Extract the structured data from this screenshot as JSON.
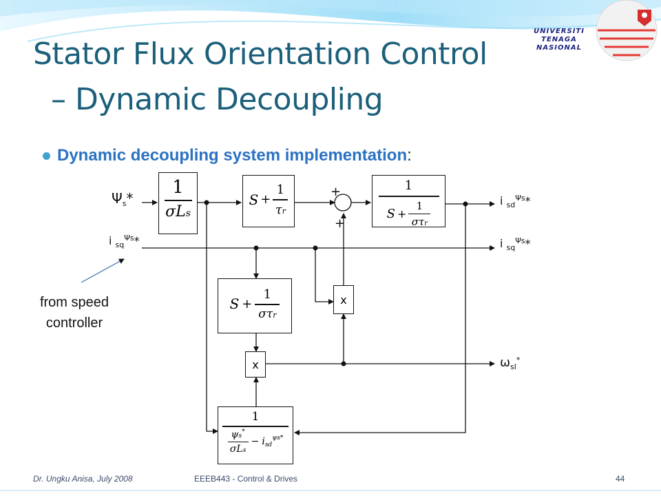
{
  "header": {
    "title_line1": "Stator Flux Orientation Control",
    "title_line2": "– Dynamic Decoupling",
    "logo_line1": "UNIVERSITI",
    "logo_line2": "TENAGA",
    "logo_line3": "NASIONAL"
  },
  "bullet": {
    "text": "Dynamic decoupling system implementation",
    "colon": ":"
  },
  "diagram": {
    "input_flux": {
      "sym": "Ψ",
      "sub": "s",
      "star": "*"
    },
    "input_isq": {
      "i": "i",
      "sub": "sq",
      "sup": "Ψs",
      "star": "*"
    },
    "output_isd": {
      "i": "i",
      "sub": "sd",
      "sup": "Ψs",
      "star": "*"
    },
    "output_isq": {
      "i": "i",
      "sub": "sq",
      "sup": "Ψs",
      "star": "*"
    },
    "output_wsl": {
      "sym": "ω",
      "sub": "sl",
      "star": "*"
    },
    "plus_top": "+",
    "plus_bottom": "+",
    "mult1": "x",
    "mult2": "x",
    "blocks": {
      "b1": {
        "num": "1",
        "den": "σLs"
      },
      "b2": {
        "expr": "S + 1/τr"
      },
      "b3": {
        "num": "1",
        "den": "S + 1/(στr)"
      },
      "b4": {
        "expr": "S + 1/(στr)"
      },
      "b5": {
        "num": "1",
        "den": "Ψs*/(σLs) − isd^Ψs*"
      }
    }
  },
  "annotation": {
    "line1": "from speed",
    "line2": "controller"
  },
  "footer": {
    "author": "Dr. Ungku Anisa, July 2008",
    "course": "EEEB443 - Control & Drives",
    "page": "44"
  },
  "colors": {
    "title": "#1b5f7a",
    "bullet_text": "#2a72c2",
    "bullet_dot": "#3fa3d1",
    "logo_red": "#d32f2f",
    "wave_blue": "#4fc3f7"
  }
}
